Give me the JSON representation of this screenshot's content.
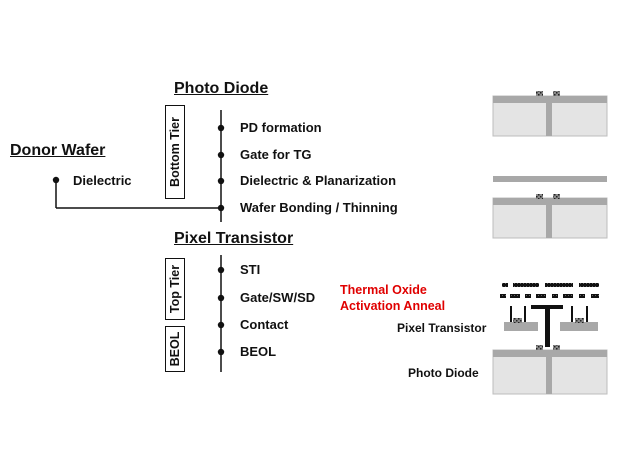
{
  "donor": {
    "title": "Donor Wafer",
    "step": "Dielectric"
  },
  "photo_diode": {
    "title": "Photo Diode",
    "tier": "Bottom Tier",
    "steps": [
      "PD formation",
      "Gate for TG",
      "Dielectric & Planarization",
      "Wafer Bonding / Thinning"
    ]
  },
  "pixel_transistor": {
    "title": "Pixel Transistor",
    "tier": "Top Tier",
    "steps": [
      "STI",
      "Gate/SW/SD",
      "Contact"
    ]
  },
  "beol": {
    "tier": "BEOL",
    "steps": [
      "BEOL"
    ]
  },
  "annotation": {
    "line1": "Thermal Oxide",
    "line2": "Activation Anneal"
  },
  "cross_section": {
    "pixel_transistor_label": "Pixel Transistor",
    "photo_diode_label": "Photo Diode"
  },
  "colors": {
    "line": "#111111",
    "accent": "#e00000",
    "substrate": "#e4e4e4",
    "oxide": "#a8a8a8"
  }
}
